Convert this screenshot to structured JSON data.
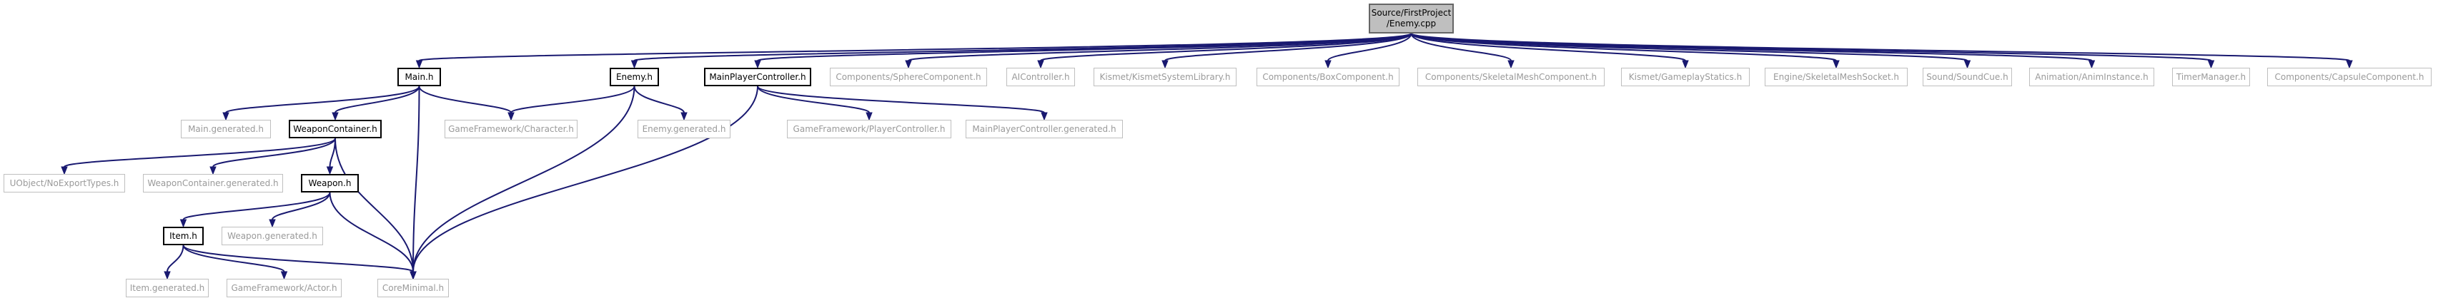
{
  "graph": {
    "root": {
      "id": "enemy_cpp",
      "lines": [
        "Source/FirstProject",
        "/Enemy.cpp"
      ]
    },
    "nodes": [
      {
        "id": "main_h",
        "label": "Main.h",
        "kind": "linked"
      },
      {
        "id": "enemy_h",
        "label": "Enemy.h",
        "kind": "linked"
      },
      {
        "id": "main_player_controller_h",
        "label": "MainPlayerController.h",
        "kind": "linked"
      },
      {
        "id": "sphere_component_h",
        "label": "Components/SphereComponent.h",
        "kind": "external"
      },
      {
        "id": "ai_controller_h",
        "label": "AIController.h",
        "kind": "external"
      },
      {
        "id": "kismet_system_library_h",
        "label": "Kismet/KismetSystemLibrary.h",
        "kind": "external"
      },
      {
        "id": "box_component_h",
        "label": "Components/BoxComponent.h",
        "kind": "external"
      },
      {
        "id": "skeletal_mesh_component_h",
        "label": "Components/SkeletalMeshComponent.h",
        "kind": "external"
      },
      {
        "id": "gameplay_statics_h",
        "label": "Kismet/GameplayStatics.h",
        "kind": "external"
      },
      {
        "id": "skeletal_mesh_socket_h",
        "label": "Engine/SkeletalMeshSocket.h",
        "kind": "external"
      },
      {
        "id": "sound_cue_h",
        "label": "Sound/SoundCue.h",
        "kind": "external"
      },
      {
        "id": "anim_instance_h",
        "label": "Animation/AnimInstance.h",
        "kind": "external"
      },
      {
        "id": "timer_manager_h",
        "label": "TimerManager.h",
        "kind": "external"
      },
      {
        "id": "capsule_component_h",
        "label": "Components/CapsuleComponent.h",
        "kind": "external"
      },
      {
        "id": "main_generated_h",
        "label": "Main.generated.h",
        "kind": "external"
      },
      {
        "id": "weapon_container_h",
        "label": "WeaponContainer.h",
        "kind": "linked"
      },
      {
        "id": "character_h",
        "label": "GameFramework/Character.h",
        "kind": "external"
      },
      {
        "id": "enemy_generated_h",
        "label": "Enemy.generated.h",
        "kind": "external"
      },
      {
        "id": "player_controller_h",
        "label": "GameFramework/PlayerController.h",
        "kind": "external"
      },
      {
        "id": "main_player_controller_generated_h",
        "label": "MainPlayerController.generated.h",
        "kind": "external"
      },
      {
        "id": "no_export_types_h",
        "label": "UObject/NoExportTypes.h",
        "kind": "external"
      },
      {
        "id": "weapon_container_generated_h",
        "label": "WeaponContainer.generated.h",
        "kind": "external"
      },
      {
        "id": "weapon_h",
        "label": "Weapon.h",
        "kind": "linked"
      },
      {
        "id": "item_h",
        "label": "Item.h",
        "kind": "linked"
      },
      {
        "id": "weapon_generated_h",
        "label": "Weapon.generated.h",
        "kind": "external"
      },
      {
        "id": "item_generated_h",
        "label": "Item.generated.h",
        "kind": "external"
      },
      {
        "id": "actor_h",
        "label": "GameFramework/Actor.h",
        "kind": "external"
      },
      {
        "id": "core_minimal_h",
        "label": "CoreMinimal.h",
        "kind": "external"
      }
    ],
    "edges": [
      [
        "enemy_cpp",
        "main_h"
      ],
      [
        "enemy_cpp",
        "enemy_h"
      ],
      [
        "enemy_cpp",
        "main_player_controller_h"
      ],
      [
        "enemy_cpp",
        "sphere_component_h"
      ],
      [
        "enemy_cpp",
        "ai_controller_h"
      ],
      [
        "enemy_cpp",
        "kismet_system_library_h"
      ],
      [
        "enemy_cpp",
        "box_component_h"
      ],
      [
        "enemy_cpp",
        "skeletal_mesh_component_h"
      ],
      [
        "enemy_cpp",
        "gameplay_statics_h"
      ],
      [
        "enemy_cpp",
        "skeletal_mesh_socket_h"
      ],
      [
        "enemy_cpp",
        "sound_cue_h"
      ],
      [
        "enemy_cpp",
        "anim_instance_h"
      ],
      [
        "enemy_cpp",
        "timer_manager_h"
      ],
      [
        "enemy_cpp",
        "capsule_component_h"
      ],
      [
        "main_h",
        "main_generated_h"
      ],
      [
        "main_h",
        "weapon_container_h"
      ],
      [
        "main_h",
        "character_h"
      ],
      [
        "main_h",
        "core_minimal_h"
      ],
      [
        "enemy_h",
        "character_h"
      ],
      [
        "enemy_h",
        "enemy_generated_h"
      ],
      [
        "enemy_h",
        "core_minimal_h"
      ],
      [
        "main_player_controller_h",
        "player_controller_h"
      ],
      [
        "main_player_controller_h",
        "main_player_controller_generated_h"
      ],
      [
        "main_player_controller_h",
        "core_minimal_h"
      ],
      [
        "weapon_container_h",
        "no_export_types_h"
      ],
      [
        "weapon_container_h",
        "weapon_container_generated_h"
      ],
      [
        "weapon_container_h",
        "weapon_h"
      ],
      [
        "weapon_container_h",
        "core_minimal_h"
      ],
      [
        "weapon_h",
        "item_h"
      ],
      [
        "weapon_h",
        "weapon_generated_h"
      ],
      [
        "weapon_h",
        "core_minimal_h"
      ],
      [
        "item_h",
        "item_generated_h"
      ],
      [
        "item_h",
        "actor_h"
      ],
      [
        "item_h",
        "core_minimal_h"
      ]
    ]
  }
}
